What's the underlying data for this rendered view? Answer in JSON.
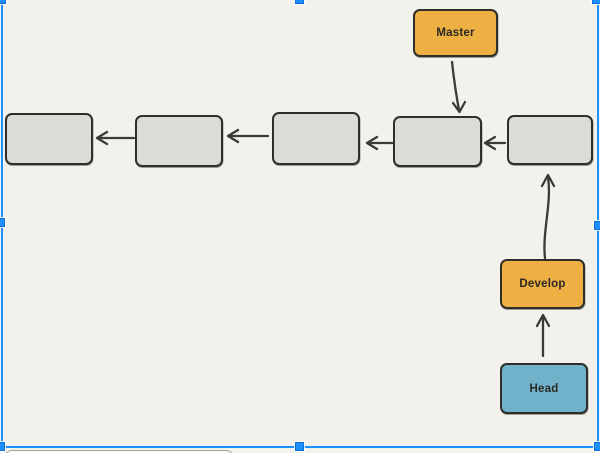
{
  "app": {
    "background_color": "#f3f1ec",
    "selection_color": "#1e8fff"
  },
  "labels": {
    "master": "Master",
    "develop": "Develop",
    "head": "Head"
  },
  "diagram": {
    "type": "git-branch-flowchart",
    "node_colors": {
      "commit_fill": "#dcdbd7",
      "branch_fill": "#eeb043",
      "pointer_fill": "#6fb2c9",
      "stroke": "#2f2e2b"
    },
    "nodes": [
      {
        "id": "commit-1",
        "label": "",
        "type": "commit"
      },
      {
        "id": "commit-2",
        "label": "",
        "type": "commit"
      },
      {
        "id": "commit-3",
        "label": "",
        "type": "commit"
      },
      {
        "id": "commit-4",
        "label": "",
        "type": "commit"
      },
      {
        "id": "commit-5",
        "label": "",
        "type": "commit"
      },
      {
        "id": "master",
        "label": "Master",
        "type": "branch"
      },
      {
        "id": "develop",
        "label": "Develop",
        "type": "branch"
      },
      {
        "id": "head",
        "label": "Head",
        "type": "pointer"
      }
    ],
    "edges": [
      {
        "from": "commit-2",
        "to": "commit-1",
        "direction": "left"
      },
      {
        "from": "commit-3",
        "to": "commit-2",
        "direction": "left"
      },
      {
        "from": "commit-4",
        "to": "commit-3",
        "direction": "left"
      },
      {
        "from": "commit-5",
        "to": "commit-4",
        "direction": "left"
      },
      {
        "from": "master",
        "to": "commit-4",
        "direction": "down"
      },
      {
        "from": "develop",
        "to": "commit-5",
        "direction": "up"
      },
      {
        "from": "head",
        "to": "develop",
        "direction": "up"
      }
    ]
  }
}
